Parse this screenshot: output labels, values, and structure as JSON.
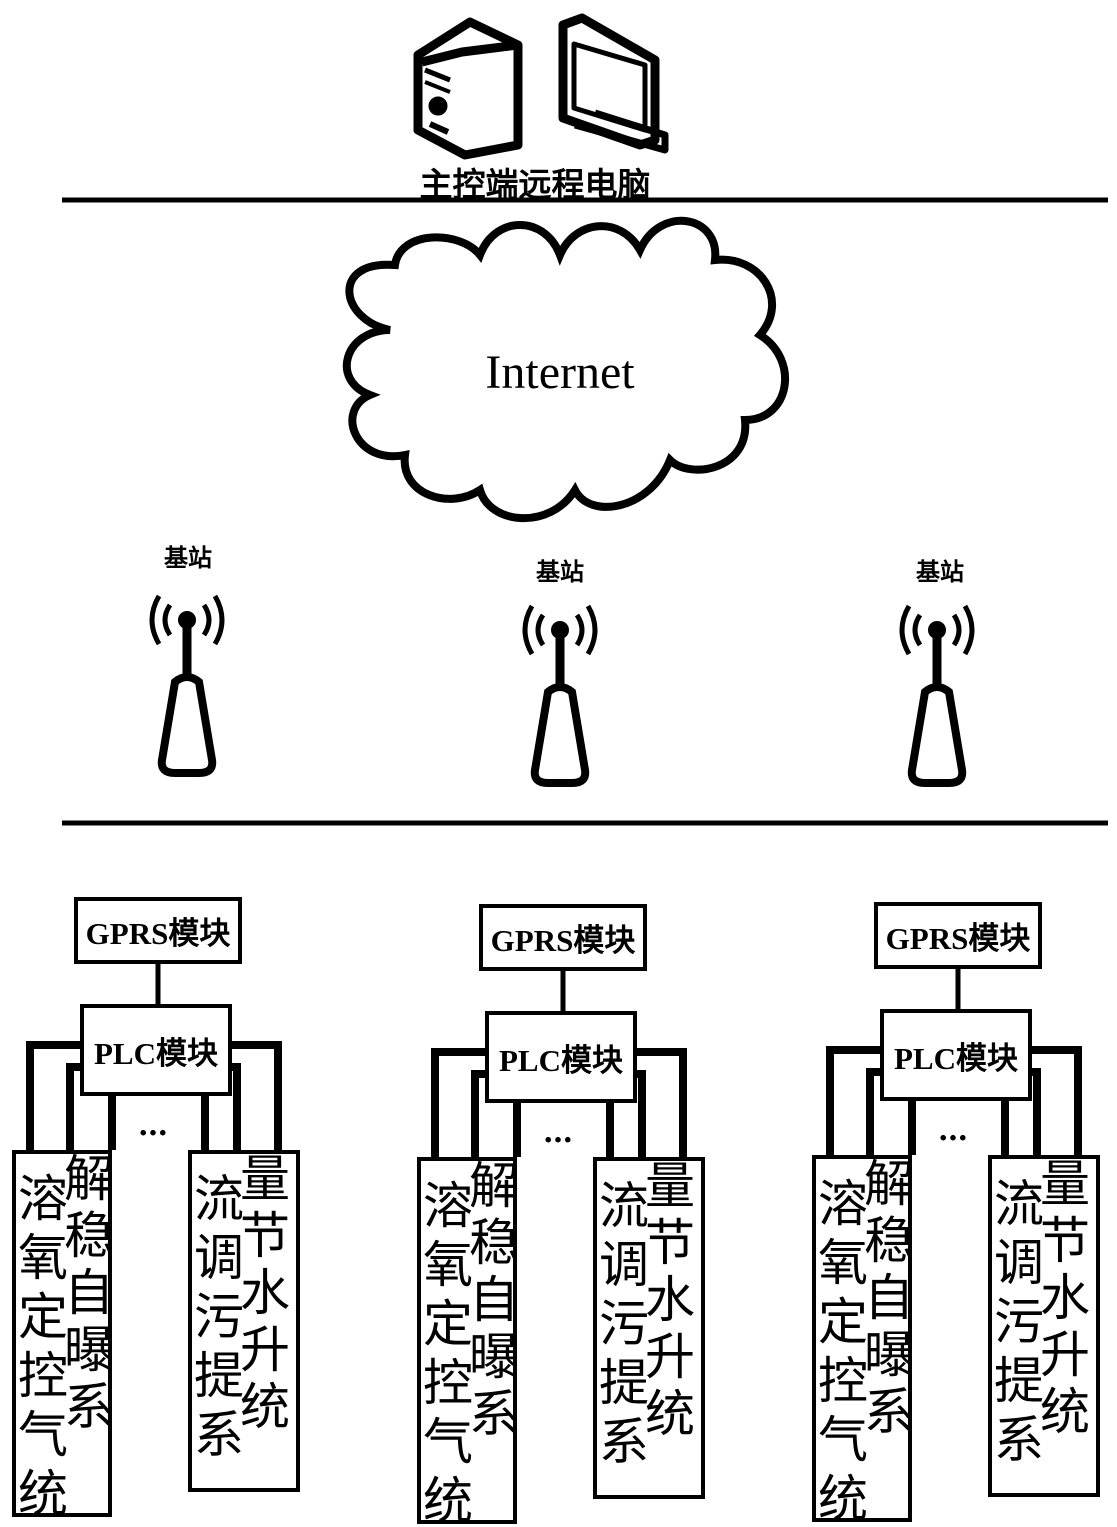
{
  "top": {
    "label": "主控端远程电脑",
    "icons": [
      "server-tower-icon",
      "monitor-icon"
    ]
  },
  "cloud": {
    "label": "Internet"
  },
  "base_stations": [
    {
      "label": "基站"
    },
    {
      "label": "基站"
    },
    {
      "label": "基站"
    }
  ],
  "units": [
    {
      "gprs": "GPRS模块",
      "plc": "PLC模块",
      "ellipsis": "…",
      "systems": [
        "溶解氧稳定自控曝气系统",
        "流量调节污水提升系统"
      ]
    },
    {
      "gprs": "GPRS模块",
      "plc": "PLC模块",
      "ellipsis": "…",
      "systems": [
        "溶解氧稳定自控曝气系统",
        "流量调节污水提升系统"
      ]
    },
    {
      "gprs": "GPRS模块",
      "plc": "PLC模块",
      "ellipsis": "…",
      "systems": [
        "溶解氧稳定自控曝气系统",
        "流量调节污水提升系统"
      ]
    }
  ]
}
